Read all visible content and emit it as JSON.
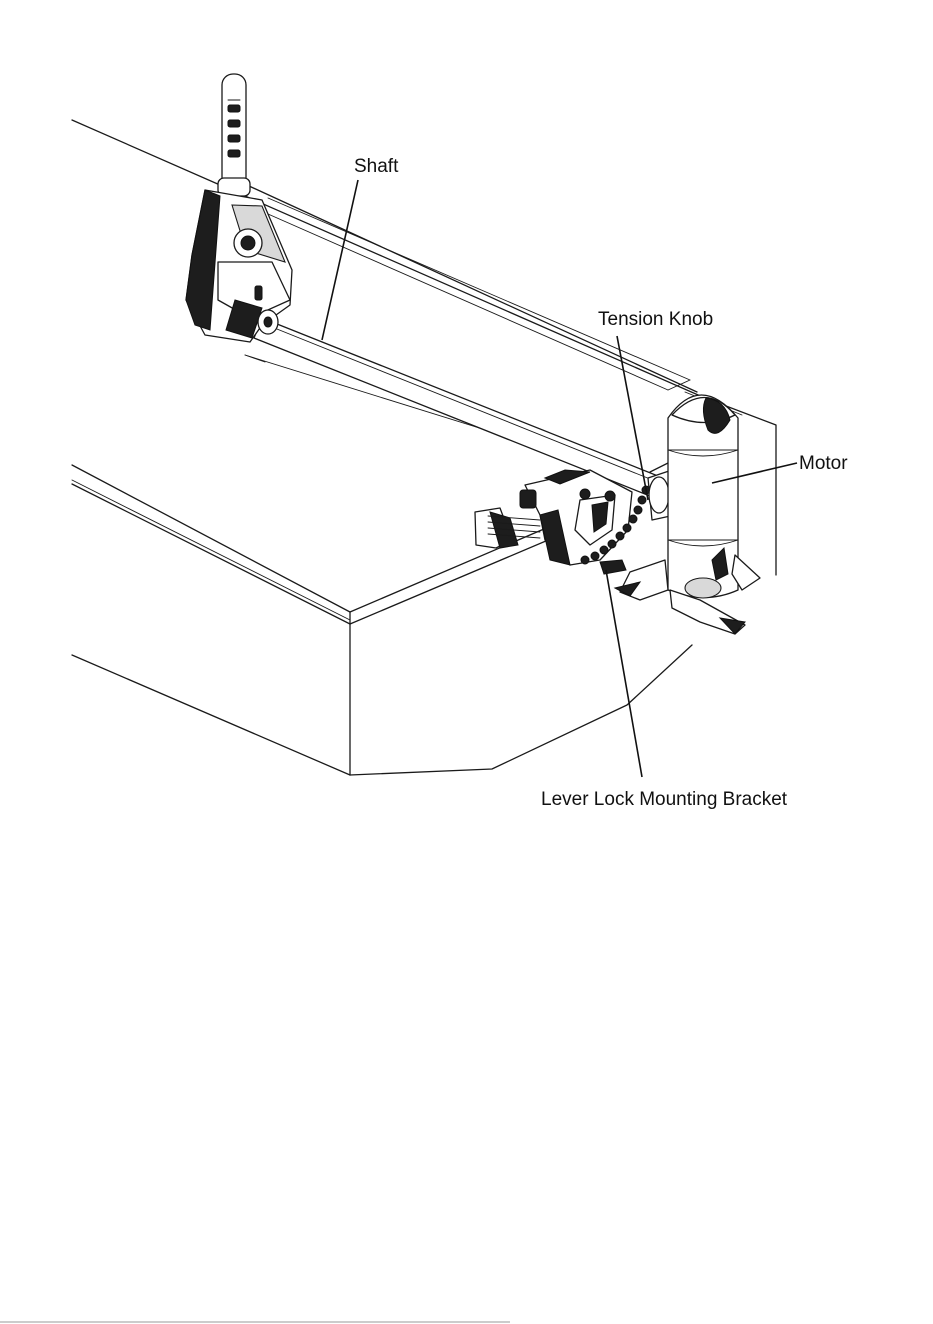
{
  "labels": {
    "shaft": "Shaft",
    "tension_knob": "Tension  Knob",
    "motor": "Motor",
    "lever_lock_mounting_bracket": "Lever Lock Mounting Bracket"
  },
  "icons": [
    "trolling-motor-head-icon",
    "propeller-icon",
    "clamp-bracket-icon"
  ]
}
